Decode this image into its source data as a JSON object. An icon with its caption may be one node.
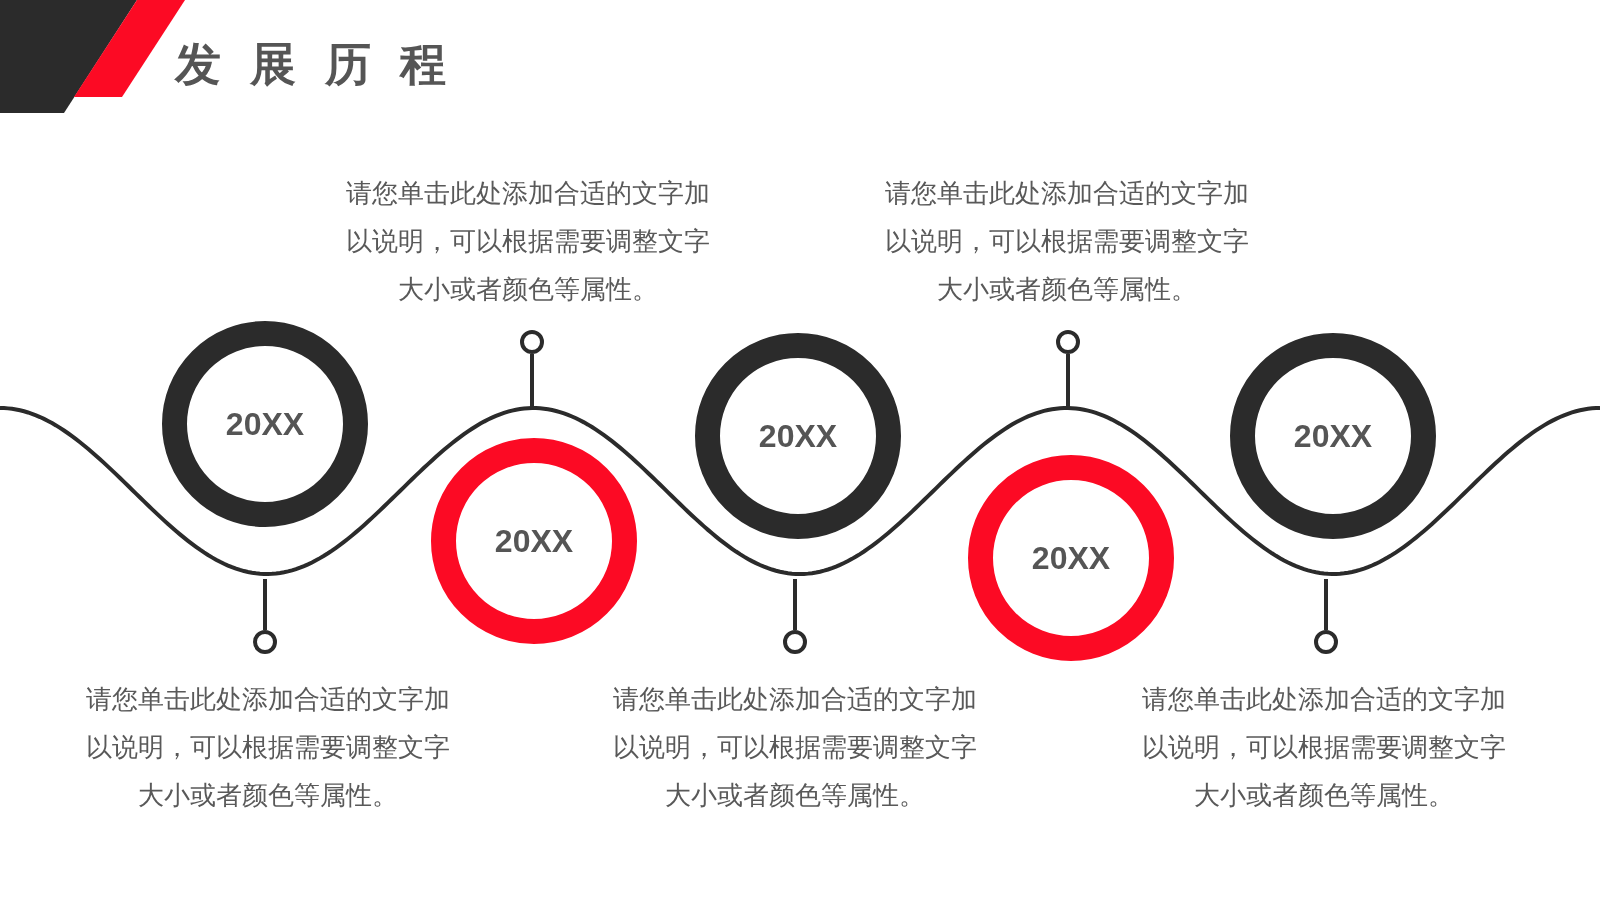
{
  "diagram": {
    "title": "发展历程",
    "nodes": [
      {
        "text": [
          "20XX"
        ]
      },
      {
        "text": [
          "20XX"
        ]
      },
      {
        "text": [
          "20XX"
        ]
      },
      {
        "text": [
          "20XX"
        ]
      },
      {
        "text": [
          "20XX"
        ]
      }
    ],
    "labels": [
      "请您单击此处添加合适的文字加以说明，可以根据需要调整文字大小或者颜色等属性。",
      "请您单击此处添加合适的文字加以说明，可以根据需要调整文字大小或者颜色等属性。",
      "请您单击此处添加合适的文字加以说明，可以根据需要调整文字大小或者颜色等属性。",
      "请您单击此处添加合适的文字加以说明，可以根据需要调整文字大小或者颜色等属性。",
      "请您单击此处添加合适的文字加以说明，可以根据需要调整文字大小或者颜色等属性。"
    ]
  }
}
